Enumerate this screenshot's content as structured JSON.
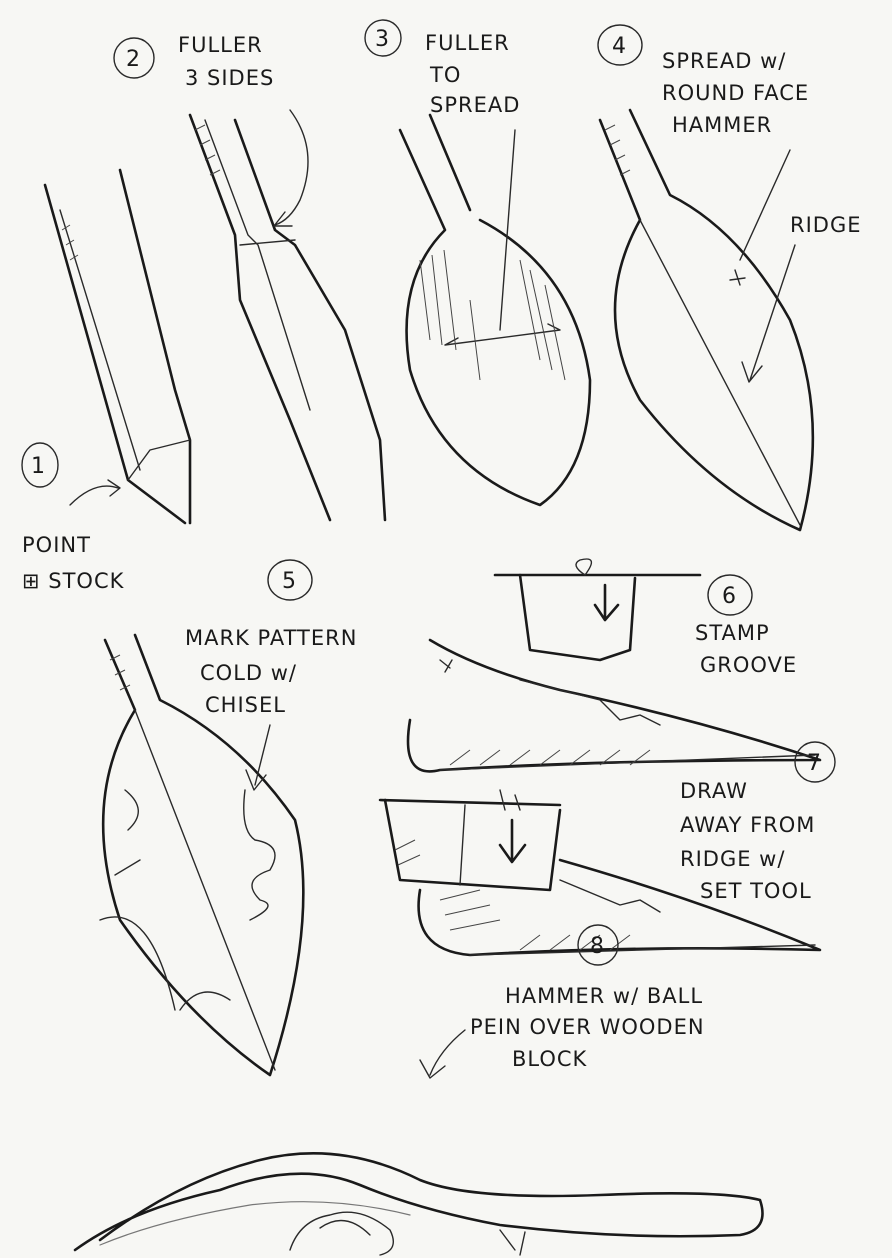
{
  "steps": [
    {
      "num": "1",
      "lines": [
        "POINT",
        "⊞ STOCK"
      ]
    },
    {
      "num": "2",
      "lines": [
        "FULLER",
        "3 SIDES"
      ]
    },
    {
      "num": "3",
      "lines": [
        "FULLER",
        "TO",
        "SPREAD"
      ]
    },
    {
      "num": "4",
      "lines": [
        "SPREAD w/",
        "ROUND FACE",
        "HAMMER"
      ]
    },
    {
      "num": "5",
      "lines": [
        "MARK PATTERN",
        "COLD w/",
        "CHISEL"
      ]
    },
    {
      "num": "6",
      "lines": [
        "STAMP",
        "GROOVE"
      ]
    },
    {
      "num": "7",
      "lines": [
        "DRAW",
        "AWAY FROM",
        "RIDGE w/",
        "SET TOOL"
      ]
    },
    {
      "num": "8",
      "lines": [
        "HAMMER w/ BALL",
        "PEIN OVER WOODEN",
        "BLOCK"
      ]
    }
  ],
  "labels": {
    "ridge": "RIDGE"
  },
  "icons": [
    "arrow-icon",
    "hammer-tool-icon",
    "set-tool-icon"
  ]
}
